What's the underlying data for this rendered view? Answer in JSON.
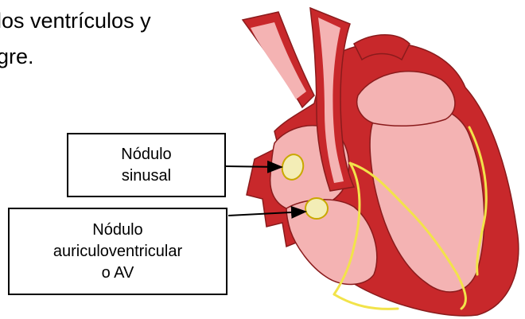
{
  "text": {
    "line1": "los ventrículos y",
    "line2": "gre."
  },
  "labels": {
    "sinusal": {
      "line1": "Nódulo",
      "line2": "sinusal"
    },
    "av": {
      "line1": "Nódulo",
      "line2": "auriculoventricular",
      "line3": "o AV"
    }
  },
  "colors": {
    "muscle": "#c8282b",
    "chamber": "#f4b3b3",
    "chamber_dark": "#e89a9a",
    "conduction": "#f2e34a",
    "node": "#f3edb6",
    "outline": "#8a1b1c"
  }
}
